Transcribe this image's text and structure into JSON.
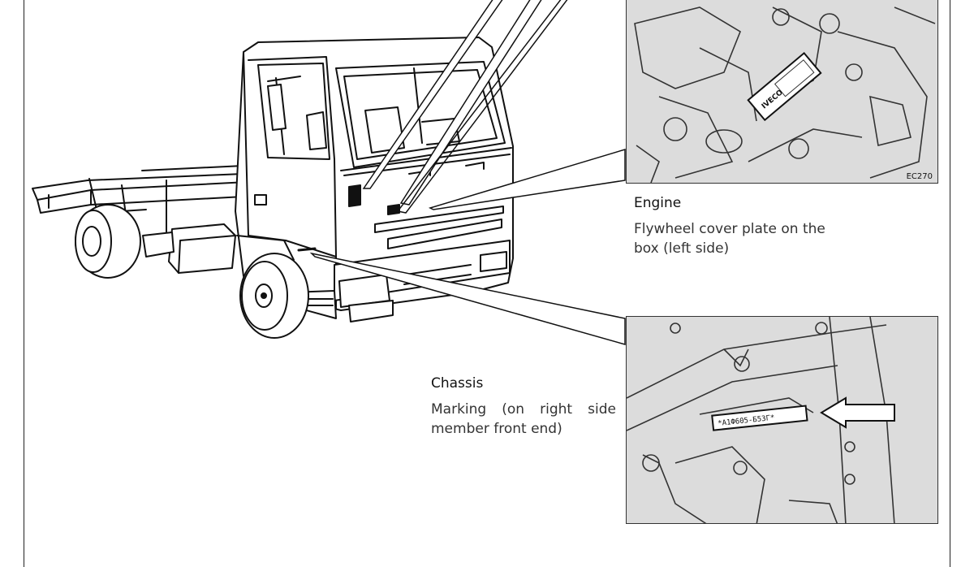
{
  "engine": {
    "title": "Engine",
    "text": "Flywheel cover plate on the box (left side)",
    "photo_code": "EC270",
    "plate_brand": "IVECO"
  },
  "chassis": {
    "title": "Chassis",
    "text": "Marking (on right side member front end)",
    "plate_number": "*A1Ф605-Б53Г*"
  },
  "colors": {
    "ink": "#222222",
    "photo_bg": "#dcdcdc"
  }
}
